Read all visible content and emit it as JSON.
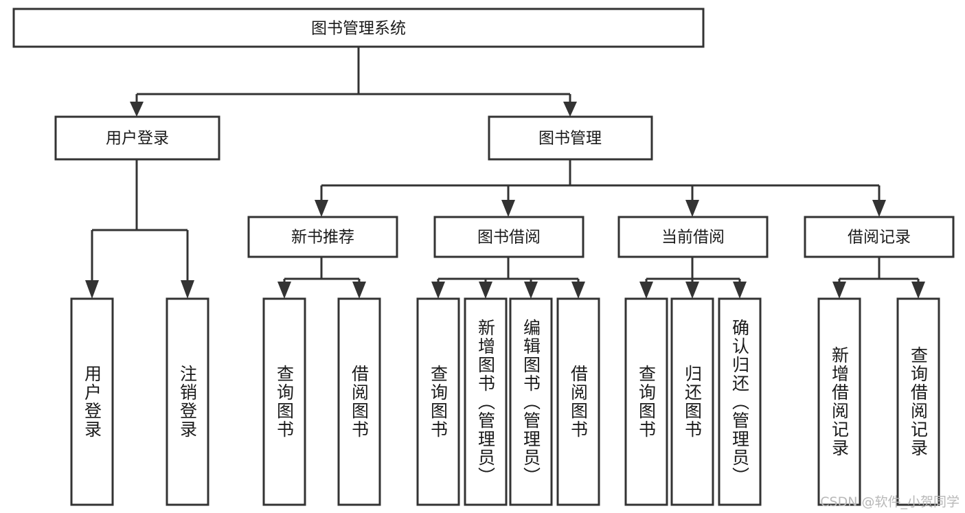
{
  "diagram": {
    "title": "图书管理系统",
    "type": "tree-hierarchy",
    "watermark": "CSDN @软件_小贺同学",
    "accent_color": "#333333",
    "background_color": "#ffffff",
    "root": {
      "id": "root",
      "label": "图书管理系统"
    },
    "level2": [
      {
        "id": "user-login",
        "label": "用户登录"
      },
      {
        "id": "book-manage",
        "label": "图书管理"
      }
    ],
    "level3": [
      {
        "id": "new-book-rec",
        "label": "新书推荐",
        "parent": "book-manage"
      },
      {
        "id": "book-borrow",
        "label": "图书借阅",
        "parent": "book-manage"
      },
      {
        "id": "current-borrow",
        "label": "当前借阅",
        "parent": "book-manage"
      },
      {
        "id": "borrow-record",
        "label": "借阅记录",
        "parent": "book-manage"
      }
    ],
    "leaves": [
      {
        "id": "leaf-user-login",
        "label": "用户登录",
        "parent": "user-login"
      },
      {
        "id": "leaf-logout-login",
        "label": "注销登录",
        "parent": "user-login"
      },
      {
        "id": "leaf-query-book-1",
        "label": "查询图书",
        "parent": "new-book-rec"
      },
      {
        "id": "leaf-borrow-book-1",
        "label": "借阅图书",
        "parent": "new-book-rec"
      },
      {
        "id": "leaf-query-book-2",
        "label": "查询图书",
        "parent": "book-borrow"
      },
      {
        "id": "leaf-add-book",
        "label": "新增图书（管理员）",
        "parent": "book-borrow"
      },
      {
        "id": "leaf-edit-book",
        "label": "编辑图书（管理员）",
        "parent": "book-borrow"
      },
      {
        "id": "leaf-borrow-book-2",
        "label": "借阅图书",
        "parent": "book-borrow"
      },
      {
        "id": "leaf-query-book-3",
        "label": "查询图书",
        "parent": "current-borrow"
      },
      {
        "id": "leaf-return-book",
        "label": "归还图书",
        "parent": "current-borrow"
      },
      {
        "id": "leaf-confirm-return",
        "label": "确认归还（管理员）",
        "parent": "current-borrow"
      },
      {
        "id": "leaf-add-record",
        "label": "新增借阅记录",
        "parent": "borrow-record"
      },
      {
        "id": "leaf-query-record",
        "label": "查询借阅记录",
        "parent": "borrow-record"
      }
    ]
  }
}
